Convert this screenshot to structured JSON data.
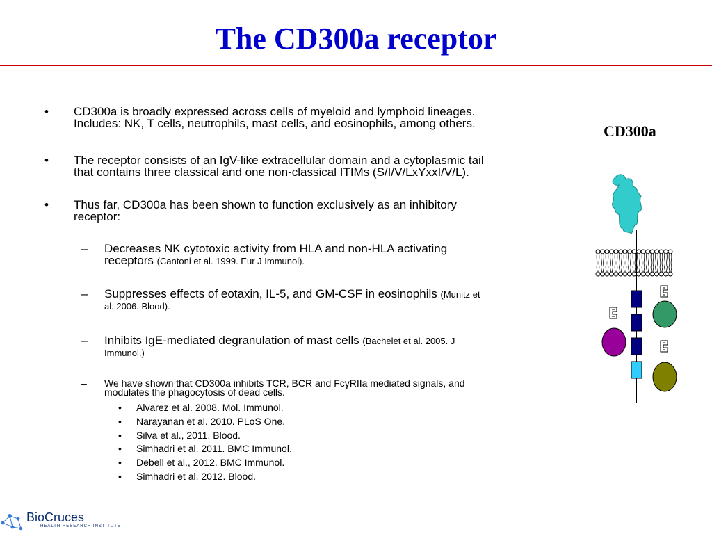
{
  "title": "The CD300a receptor",
  "bullets": [
    {
      "marker": "•",
      "lines": [
        "CD300a is broadly expressed across cells of myeloid and lymphoid lineages.",
        "Includes: NK, T cells, neutrophils, mast cells, and eosinophils, among others."
      ]
    },
    {
      "marker": "•",
      "lines": [
        "The receptor consists of an IgV-like extracellular domain and a cytoplasmic tail",
        "that contains three classical and one non-classical ITIMs (S/I/V/LxYxxI/V/L)."
      ]
    },
    {
      "marker": "•",
      "lines": [
        "Thus far, CD300a has been shown to function exclusively as an inhibitory",
        "receptor:"
      ]
    }
  ],
  "dash_items": [
    {
      "marker": "–",
      "line1": "Decreases NK cytotoxic activity from HLA and non-HLA activating",
      "line2_main": "receptors",
      "line2_cite": "(Cantoni et al. 1999. Eur J Immunol)."
    },
    {
      "marker": "–",
      "line1_main": "Suppresses effects of eotaxin, IL-5, and GM-CSF in eosinophils",
      "line1_cite": "(Munitz et",
      "line2_cite": "al. 2006. Blood)."
    },
    {
      "marker": "–",
      "line1_main": "Inhibits IgE-mediated degranulation of mast cells",
      "line1_cite": "(Bachelet et al. 2005. J",
      "line2_cite": "Immunol.)"
    },
    {
      "marker": "–",
      "line1": "We have shown that CD300a inhibits TCR, BCR and FcγRIIa mediated signals, and",
      "line2": "modulates the phagocytosis of dead cells."
    }
  ],
  "references": [
    "Alvarez et al. 2008. Mol. Immunol.",
    "Narayanan et al. 2010. PLoS One.",
    "Silva et al., 2011. Blood.",
    "Simhadri et al. 2011. BMC Immunol.",
    "Debell et al., 2012. BMC Immunol.",
    "Simhadri et al. 2012. Blood."
  ],
  "reference_marker": "•",
  "diagram": {
    "label": "CD300a",
    "colors": {
      "ig_domain": "#33cccc",
      "itim_box": "#000080",
      "non_classical_itim": "#33ccff",
      "phosphatase_purple": "#990099",
      "phosphatase_green": "#339966",
      "phosphatase_olive": "#808000"
    }
  },
  "logo": {
    "name": "BioCruces",
    "subtitle": "HEALTH RESEARCH INSTITUTE"
  },
  "colors": {
    "title": "#0000cc",
    "rule": "#cc0000"
  }
}
